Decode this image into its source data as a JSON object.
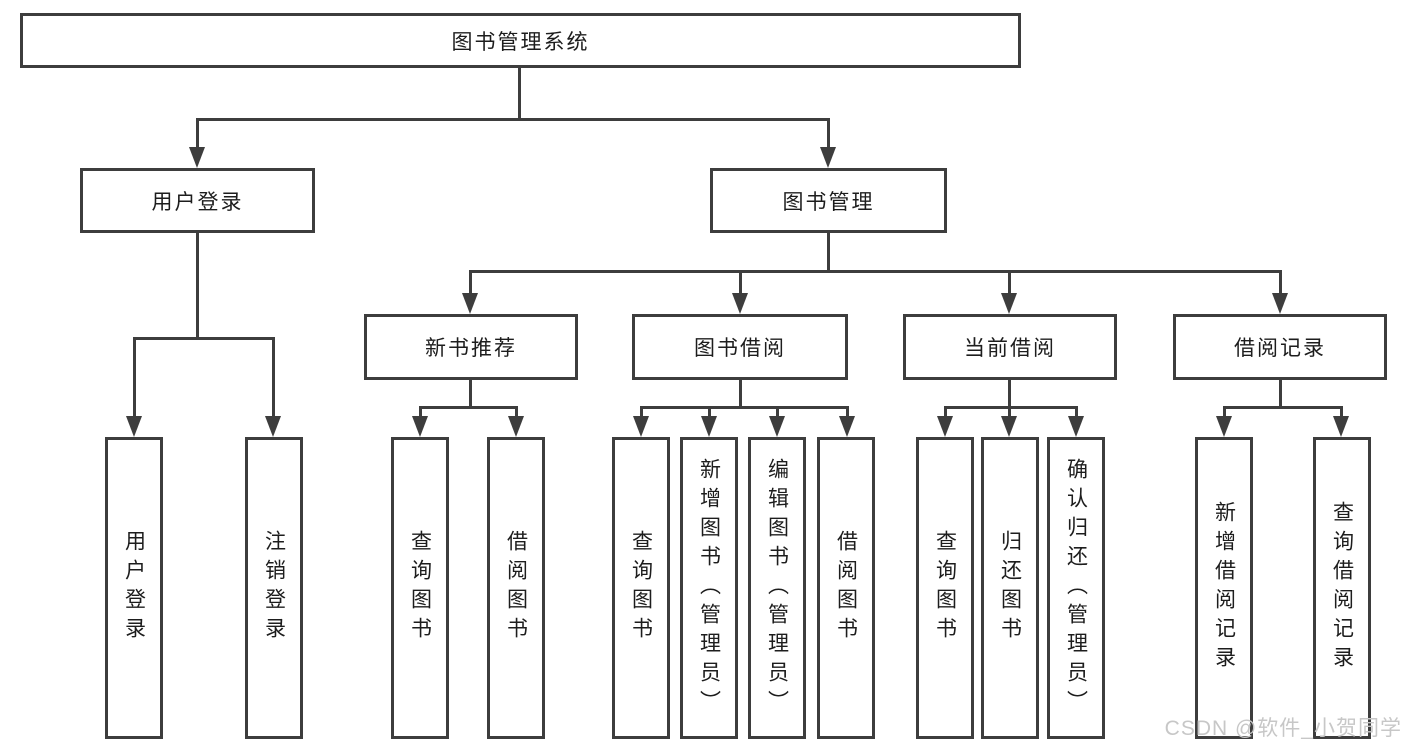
{
  "diagram": {
    "type": "hierarchy-flowchart",
    "title": "图书管理系统",
    "watermark": "CSDN @软件_小贺同学",
    "colors": {
      "background": "#ffffff",
      "line": "#3d3d3d",
      "box_border": "#3d3d3d",
      "text": "#1d1d1d",
      "watermark": "#c7c7c7"
    },
    "nodes": [
      {
        "id": "root",
        "label": "图书管理系统",
        "level": 1,
        "parent": null
      },
      {
        "id": "user-login",
        "label": "用户登录",
        "level": 2,
        "parent": "root"
      },
      {
        "id": "book-management",
        "label": "图书管理",
        "level": 2,
        "parent": "root"
      },
      {
        "id": "new-book-recommend",
        "label": "新书推荐",
        "level": 3,
        "parent": "book-management"
      },
      {
        "id": "book-borrowing",
        "label": "图书借阅",
        "level": 3,
        "parent": "book-management"
      },
      {
        "id": "current-borrowing",
        "label": "当前借阅",
        "level": 3,
        "parent": "book-management"
      },
      {
        "id": "borrowing-records",
        "label": "借阅记录",
        "level": 3,
        "parent": "book-management"
      },
      {
        "id": "leaf-user-login",
        "label": "用户登录",
        "level": 4,
        "parent": "user-login"
      },
      {
        "id": "leaf-logout",
        "label": "注销登录",
        "level": 4,
        "parent": "user-login"
      },
      {
        "id": "leaf-query-books-a",
        "label": "查询图书",
        "level": 4,
        "parent": "new-book-recommend"
      },
      {
        "id": "leaf-borrow-books-a",
        "label": "借阅图书",
        "level": 4,
        "parent": "new-book-recommend"
      },
      {
        "id": "leaf-query-books-b",
        "label": "查询图书",
        "level": 4,
        "parent": "book-borrowing"
      },
      {
        "id": "leaf-add-books",
        "label": "新增图书（管理员）",
        "level": 4,
        "parent": "book-borrowing"
      },
      {
        "id": "leaf-edit-books",
        "label": "编辑图书（管理员）",
        "level": 4,
        "parent": "book-borrowing"
      },
      {
        "id": "leaf-borrow-books-b",
        "label": "借阅图书",
        "level": 4,
        "parent": "book-borrowing"
      },
      {
        "id": "leaf-query-books-c",
        "label": "查询图书",
        "level": 4,
        "parent": "current-borrowing"
      },
      {
        "id": "leaf-return-books",
        "label": "归还图书",
        "level": 4,
        "parent": "current-borrowing"
      },
      {
        "id": "leaf-confirm-return",
        "label": "确认归还（管理员）",
        "level": 4,
        "parent": "current-borrowing"
      },
      {
        "id": "leaf-add-borrow-record",
        "label": "新增借阅记录",
        "level": 4,
        "parent": "borrowing-records"
      },
      {
        "id": "leaf-query-borrow-record",
        "label": "查询借阅记录",
        "level": 4,
        "parent": "borrowing-records"
      }
    ]
  }
}
